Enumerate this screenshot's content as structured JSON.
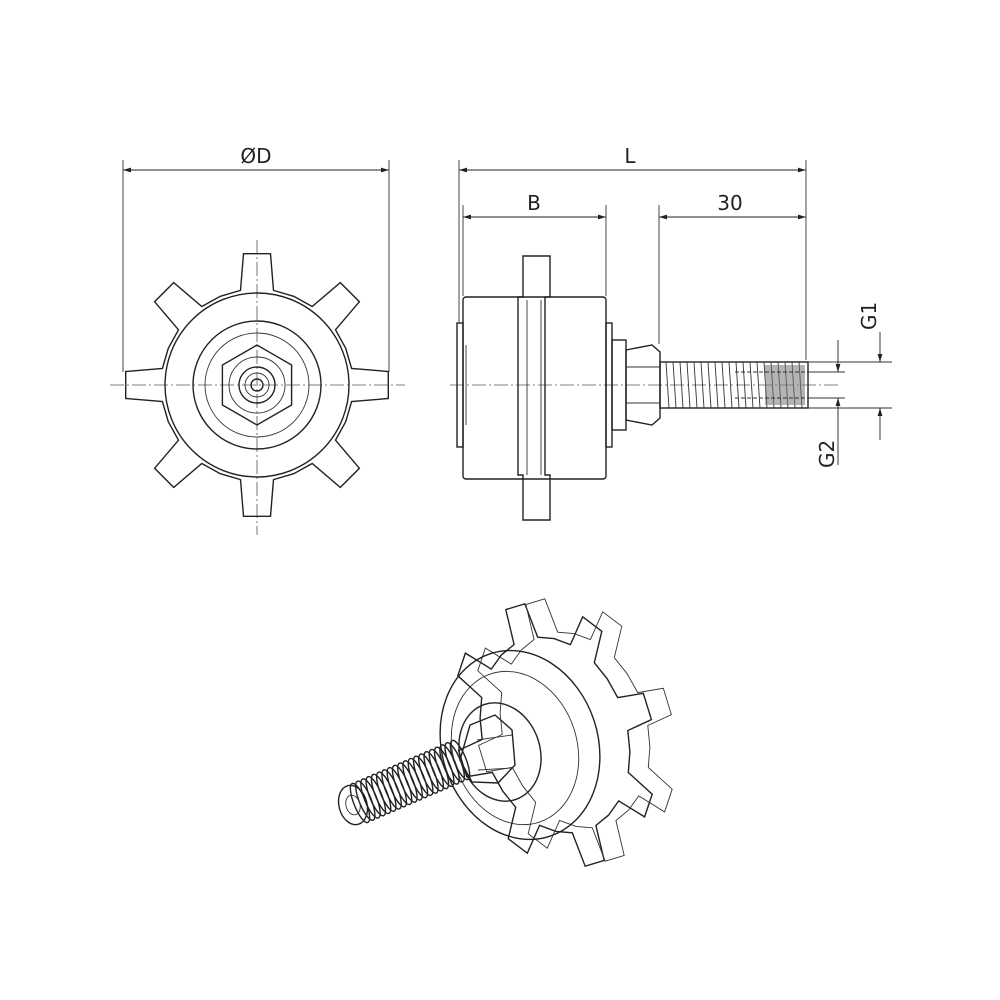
{
  "dimensions": {
    "diameter_label": "ØD",
    "length_label": "L",
    "width_label": "B",
    "thread_length_label": "30",
    "g1_label": "G1",
    "g2_label": "G2"
  },
  "colors": {
    "line": "#222222"
  }
}
